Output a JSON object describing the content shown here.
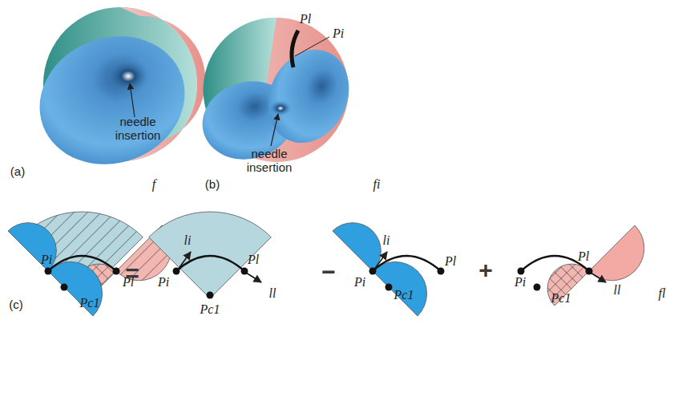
{
  "diagram": {
    "labels": [
      "needle insertion",
      "(a)",
      "Pl",
      "Pi",
      "needle insertion",
      "(b)",
      "f",
      "fi",
      "fl",
      "=",
      "−",
      "+",
      "Pi",
      "Pc1",
      "Pl",
      "Pi",
      "li",
      "Pl",
      "Pc1",
      "ll",
      "Pi",
      "li",
      "Pl",
      "Pc1",
      "Pi",
      "Pl",
      "Pc1",
      "ll",
      "(c)"
    ]
  }
}
